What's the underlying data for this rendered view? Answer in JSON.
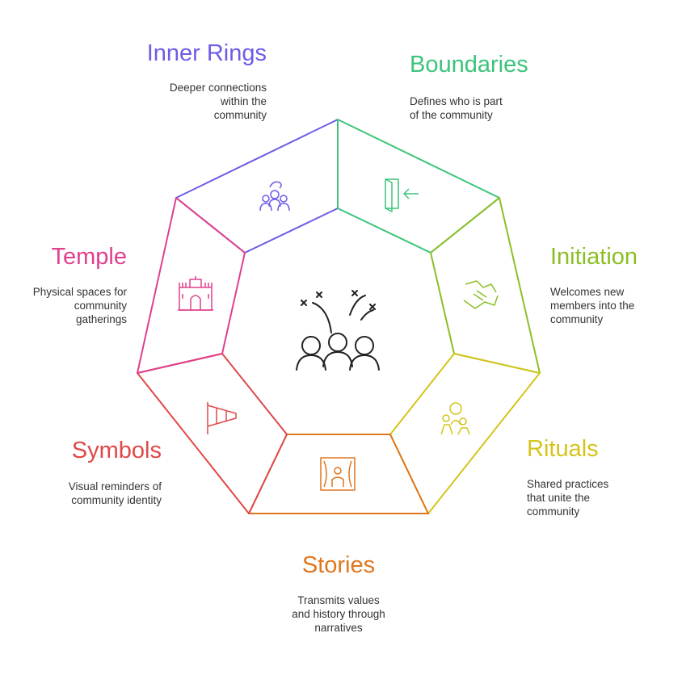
{
  "center": {
    "icon": "celebrating-community-icon"
  },
  "segments": [
    {
      "title": "Inner Rings",
      "description": "Deeper connections\nwithin the\ncommunity",
      "color": "#6c5ce7",
      "icon": "group-hug-icon"
    },
    {
      "title": "Boundaries",
      "description": "Defines who is part\nof the community",
      "color": "#3cc47c",
      "icon": "door-enter-icon"
    },
    {
      "title": "Initiation",
      "description": "Welcomes new\nmembers into the\ncommunity",
      "color": "#8cbf26",
      "icon": "handshake-icon"
    },
    {
      "title": "Rituals",
      "description": "Shared practices\nthat unite the\ncommunity",
      "color": "#d4c41c",
      "icon": "family-icon"
    },
    {
      "title": "Stories",
      "description": "Transmits values\nand history through\nnarratives",
      "color": "#e0761e",
      "icon": "theater-stage-icon"
    },
    {
      "title": "Symbols",
      "description": "Visual reminders of\ncommunity identity",
      "color": "#e04848",
      "icon": "windsock-flag-icon"
    },
    {
      "title": "Temple",
      "description": "Physical spaces for\ncommunity\ngatherings",
      "color": "#e0408e",
      "icon": "temple-icon"
    }
  ]
}
